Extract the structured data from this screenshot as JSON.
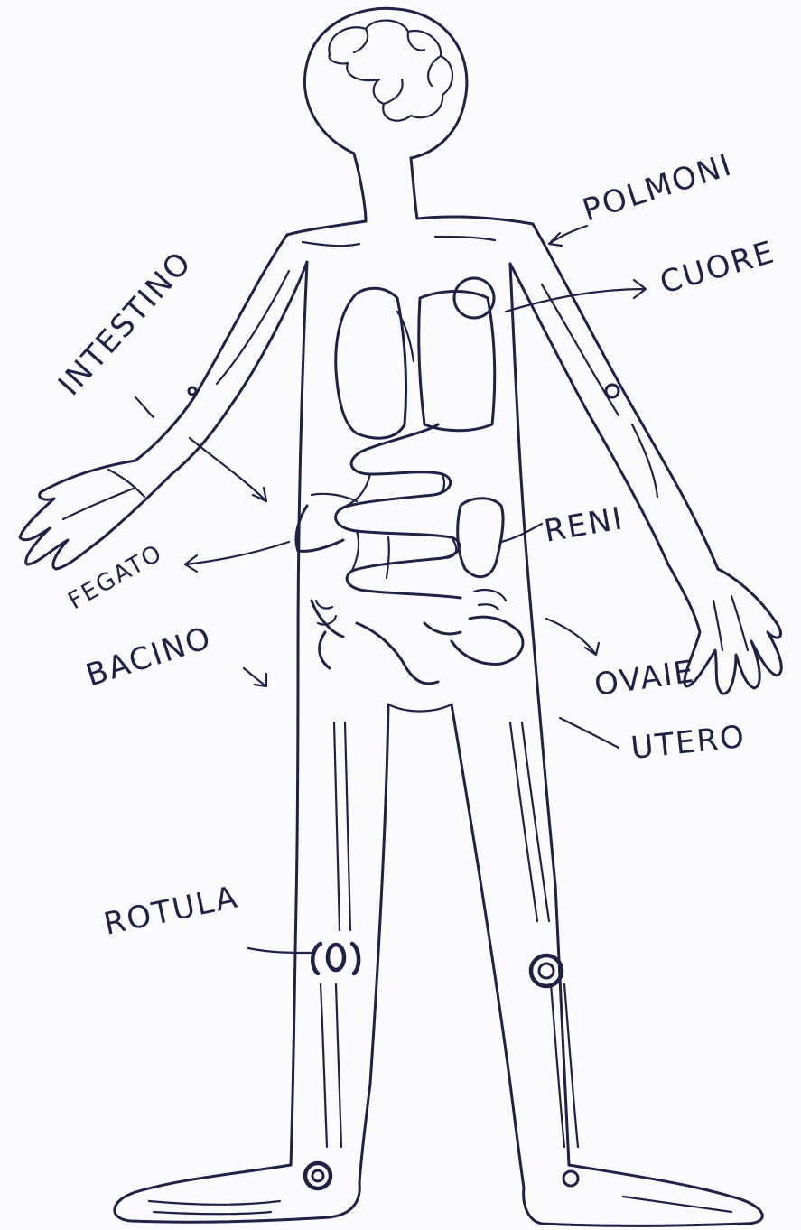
{
  "labels": {
    "polmoni": "POLMONI",
    "cuore": "CUORE",
    "intestino": "INTESTINO",
    "reni": "RENI",
    "fegato": "FEGATO",
    "bacino": "BACINO",
    "ovaie": "OVAIE",
    "utero": "UTERO",
    "rotula": "ROTULA"
  },
  "colors": {
    "ink": "#1f2247",
    "paper": "#fbfbfd"
  }
}
